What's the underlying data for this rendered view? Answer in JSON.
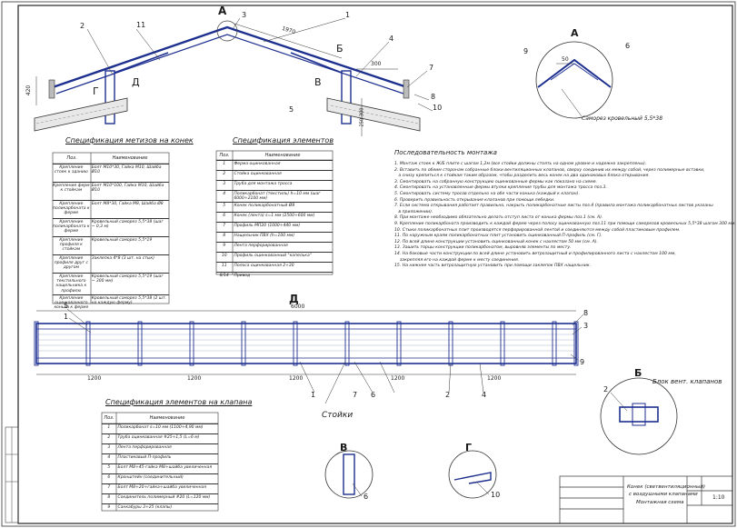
{
  "views": {
    "top_letter_a": "А",
    "letter_b": "Б",
    "letter_v": "В",
    "letter_g": "Г",
    "letter_d": "Д",
    "dim_1970": "1970",
    "dim_300": "300",
    "dim_420": "420",
    "dim_250": "250-300",
    "detail_a_title": "А",
    "detail_a_note": "Саморез кровельный 5,5*38",
    "detail_a_dim": "50",
    "plan_title": "Д",
    "plan_dim_total": "6000",
    "plan_dim_1200": "1200",
    "stoiki_label": "Стойки",
    "detail_b_title": "Б",
    "detail_b_caption": "Блок вент. клапанов",
    "detail_v_title": "В",
    "detail_g_title": "Г"
  },
  "callouts": {
    "c1": "1",
    "c2": "2",
    "c3": "3",
    "c4": "4",
    "c5": "5",
    "c6": "6",
    "c7": "7",
    "c8": "8",
    "c9": "9",
    "c10": "10",
    "c11": "11"
  },
  "hardware_table": {
    "title": "Спецификация метизов на конек",
    "headers": [
      "Поз.",
      "Наименование"
    ],
    "rows": [
      [
        "Крепление стоек к зданию",
        "Болт М10*30, Гайка М10, Шайба Ø10"
      ],
      [
        "Крепление ферм к стойкам",
        "Болт М10*100, Гайка М10, Шайба Ø10"
      ],
      [
        "Крепление поликарбоната к ферме",
        "Болт М8*30, Гайка М8, Шайба Ø8"
      ],
      [
        "Крепление поликарбоната к ферме",
        "Кровельный саморез 5,5*38 (шаг ~ 0,3 м)"
      ],
      [
        "Крепление профиля к стойкам",
        "Кровельный саморез 5,5*19"
      ],
      [
        "Крепление профиля друг с другом",
        "Заклепка 4*8 (3 шт. на стык)"
      ],
      [
        "Крепление текстильного нащельника к профилю",
        "Кровельный саморез 5,5*19 (шаг ~ 300 мм)"
      ],
      [
        "Крепление оцинкованного конька к ферме",
        "Кровельный саморез 5,5*38 (2 шт. на каждую ферму)"
      ]
    ]
  },
  "elements_table": {
    "title": "Спецификация элементов",
    "headers": [
      "Поз.",
      "Наименование"
    ],
    "rows": [
      [
        "1",
        "Ферма оцинкованная"
      ],
      [
        "2",
        "Стойка оцинкованная"
      ],
      [
        "3",
        "Труба для монтажа тросса"
      ],
      [
        "4",
        "Поликарбонат (текстиль) h=10 мм (шаг 6000÷2100 мм)"
      ],
      [
        "5",
        "Конек поликарбонатный Ø8"
      ],
      [
        "6",
        "Конек (лента) s=1 мм (2500÷600 мм)"
      ],
      [
        "7",
        "Профиль МП20 (1000÷440 мм)"
      ],
      [
        "8",
        "Нащельник ПВХ (h=100 мм)"
      ],
      [
        "9",
        "Лента перфорированная"
      ],
      [
        "10",
        "Профиль оцинкованный \"капелька\""
      ],
      [
        "11",
        "Полоса оцинкованная 2÷30"
      ],
      [
        "8/14",
        "Привод"
      ]
    ]
  },
  "valve_table": {
    "title": "Спецификация элементов на клапана",
    "headers": [
      "Поз.",
      "Наименование"
    ],
    "rows": [
      [
        "1",
        "Поликарбонат s=10 мм (1100÷4,90 мм)"
      ],
      [
        "2",
        "Труба оцинкованная #25÷1,5 (L=6 м)"
      ],
      [
        "3",
        "Лента перфорированная"
      ],
      [
        "4",
        "Пластиковый П-профиль"
      ],
      [
        "5",
        "Болт М8÷45-гайка М8÷шайба увеличенная"
      ],
      [
        "6",
        "Кронштейн (соединительный)"
      ],
      [
        "7",
        "Болт М8÷20÷гайка÷шайба увеличенная"
      ],
      [
        "8",
        "Соединитель полимерный #20 (L=120 мм)"
      ],
      [
        "9",
        "Санкабуры 3÷25 (клапы)"
      ]
    ]
  },
  "sequence": {
    "title": "Последовательность монтажа",
    "lines": [
      "1. Монтаж стоек к Ж/Б плите с шагом 1,2м (все стойки должны стоять на одном уровне и надежно закреплены).",
      "2. Вставить по обеим сторонам собранные блоки вентиляционных клапанов, сверху соединив их между собой, через полимерные вставки,",
      "   а снизу крепиться к стойкам таким образом, чтобы разделить весь конек на два одинаковых блока открывания.",
      "3. Смонтировать на собранную конструкцию оцинкованные фермы как показано на схеме.",
      "4. Смонтировать на установленные фермы втулки крепления трубы для монтажа тросса поз.3.",
      "5. Смонтировать систему тросов отдельно на обе части конька (каждый к клапан).",
      "6. Проверить правильность открывания клапанов при помощи лебедки.",
      "7. Если система открывания работает правильно, накрыть поликарбонатные листы поз.4 (правила монтажа поликарбонатных листов указаны",
      "   в приложении).",
      "8. При монтаже необходимо обязательно делать отступ листа от конька фермы поз.1 (см. А).",
      "9. Крепление поликарбоната производить к каждой ферме через полосу оцинкованную поз.11 при помощи саморезов кровельных 5,5*38 шагом 300 мм.",
      "10. Стыки поликарбонатных плит производятся перфорированной лентой и соединяются между собой пластиковым профилем.",
      "11. По наружным краям поликарбонатных плит установить оцинкованный П-профиль (см. Г).",
      "12. По всей длине конструкции установить оцинкованный конек с нахлестом 50 мм (см. А).",
      "13. Зашить торцы конструкции поликарбонатом, выровняв элементы по месту.",
      "14. На боковые части конструкции по всей длине установить ветрозащитный и профилированного листа с нахлестом 100 мм,",
      "    закрепляя его на каждой ферме к месту соединения.",
      "15. На нижнее часть ветрозащитную установить при помощи заклепок ПВХ нащельник."
    ]
  },
  "title_block": {
    "name_line1": "Конек (светвентиляционный)",
    "name_line2": "с воздушными клапанами",
    "name_line3": "Монтажная схема",
    "scale": "1:10"
  }
}
